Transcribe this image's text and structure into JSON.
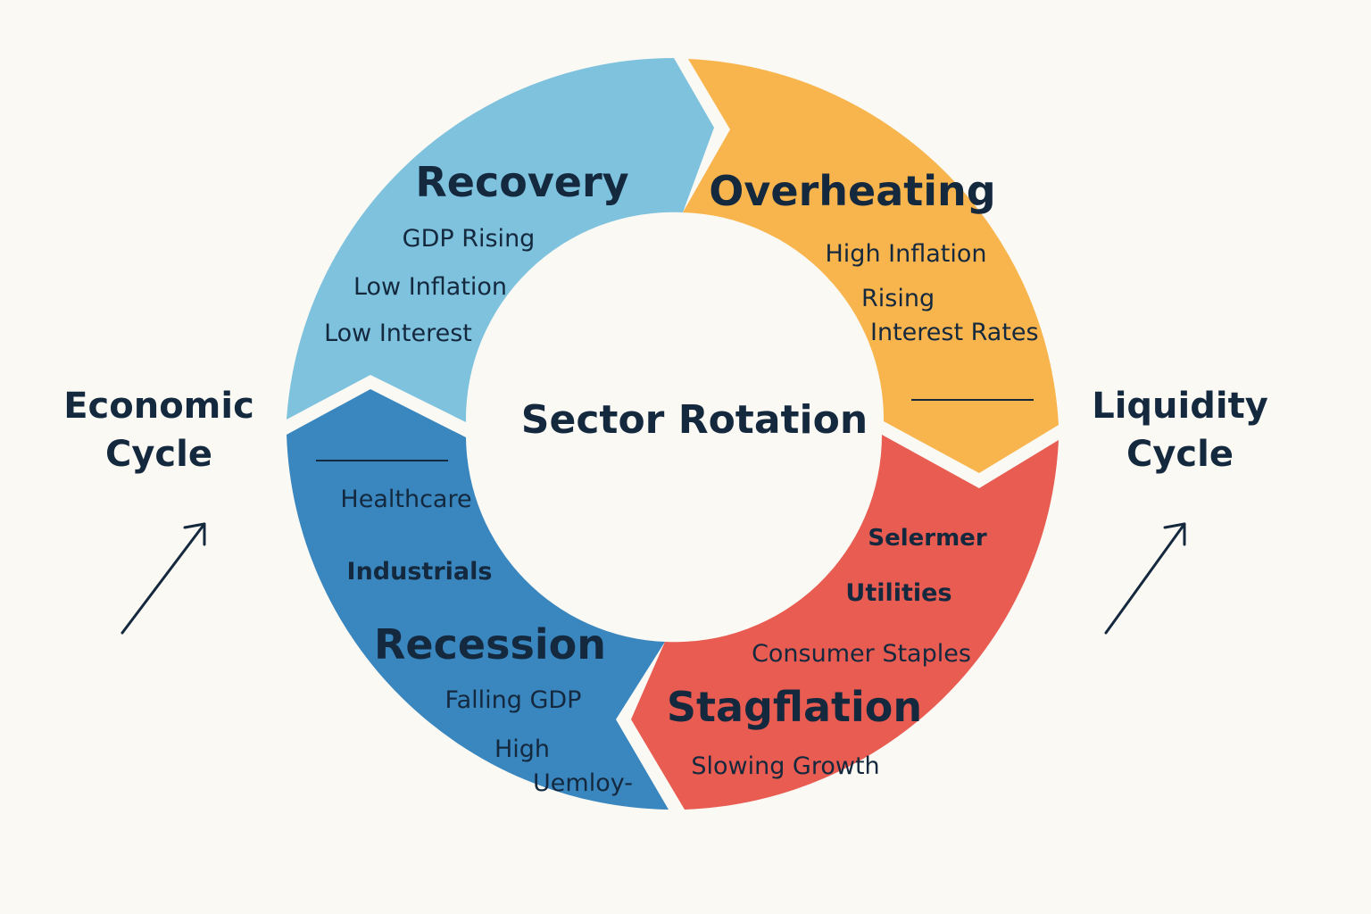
{
  "center_title": "Sector Rotation",
  "left_label": {
    "line1": "Economic",
    "line2": "Cycle"
  },
  "right_label": {
    "line1": "Liquidity",
    "line2": "Cycle"
  },
  "colors": {
    "recovery": "#7ec2de",
    "overheating": "#f8b54e",
    "stagflation": "#e85c52",
    "recession": "#3a87bf",
    "text": "#14283e",
    "background": "#fbf9f4"
  },
  "phases": {
    "recovery": {
      "title": "Recovery",
      "lines": [
        "GDP Rising",
        "Low Inflation",
        "Low Interest"
      ]
    },
    "overheating": {
      "title": "Overheating",
      "lines": [
        "High Inflation",
        "Rising",
        "Interest Rates"
      ]
    },
    "stagflation": {
      "title": "Stagflation",
      "sectors": [
        "Selermer",
        "Utilities",
        "Consumer Staples"
      ],
      "lines": [
        "Slowing Growth"
      ]
    },
    "recession": {
      "title": "Recession",
      "sectors": [
        "Healthcare",
        "Industrials"
      ],
      "lines": [
        "Falling GDP",
        "High",
        "Uemloy-"
      ]
    }
  },
  "icons": {
    "left_arrow": "arrow-up-right-icon",
    "right_arrow": "arrow-up-right-icon"
  }
}
